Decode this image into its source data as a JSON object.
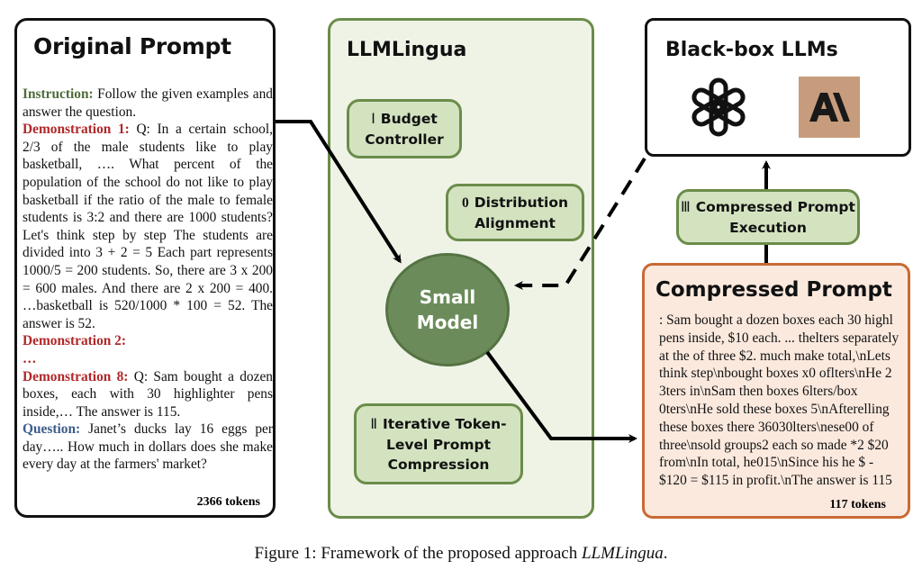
{
  "original_prompt": {
    "title": "Original Prompt",
    "instruction_label": "Instruction:",
    "instruction_text": " Follow the given examples and answer the question.",
    "demo1_label": "Demonstration 1:",
    "demo1_text": " Q: In a certain school, 2/3 of the male students like to play basketball, …. What percent of the population of the school do not like to play basketball if the ratio of the male to female students is 3:2 and there are 1000 students? Let's think step by step The students are divided into 3 + 2 = 5 Each part represents 1000/5 = 200 students. So, there are 3 x 200 = 600 males. And there are 2 x 200 = 400. …basketball is 520/1000 * 100 = 52. The answer is 52.",
    "demo2_label": "Demonstration 2:",
    "ellipsis": "…",
    "demo8_label": "Demonstration 8:",
    "demo8_text": " Q: Sam bought a dozen boxes, each with 30 highlighter pens inside,… The answer is 115.",
    "question_label": "Question:",
    "question_text": " Janet’s ducks lay 16 eggs per day….. How much in dollars does she make every day at the farmers' market?",
    "tokens": "2366 tokens"
  },
  "llmlingua": {
    "title": "LLMLingua",
    "modules": {
      "budget": {
        "numeral": "Ⅰ",
        "label": "Budget Controller"
      },
      "distribution": {
        "numeral": "0",
        "label": "Distribution Alignment"
      },
      "iterative": {
        "numeral": "Ⅱ",
        "label": "Iterative Token-Level Prompt Compression"
      }
    },
    "small_model": {
      "line1": "Small",
      "line2": "Model"
    }
  },
  "black_box": {
    "title": "Black-box LLMs",
    "logos": [
      "openai-logo",
      "anthropic-logo"
    ],
    "anthropic_text": "AI"
  },
  "execution": {
    "numeral": "Ⅲ",
    "label": "Compressed Prompt Execution"
  },
  "compressed_prompt": {
    "title": "Compressed Prompt",
    "text": ": Sam bought a dozen boxes each 30 highl pens inside, $10 each. ... thelters separately at the of three $2. much make total,\\nLets think step\\nbought boxes x0 oflters\\nHe 2 3ters in\\nSam then boxes 6lters/box 0ters\\nHe sold these boxes 5\\nAfterelling these boxes there 36030lters\\nese00 of three\\nsold groups2 each so made *2 $20 from\\nIn total, he015\\nSince his he $ - $120 = $115 in profit.\\nThe answer is 115",
    "tokens": "117 tokens"
  },
  "caption": {
    "prefix": "Figure 1: Framework of the proposed approach ",
    "name": "LLMLingua",
    "suffix": "."
  },
  "colors": {
    "lingua_border": "#6b8c4a",
    "lingua_bg": "#eef3e6",
    "module_bg": "#d3e3c0",
    "small_model": "#6b8c5a",
    "compressed_border": "#c86a33",
    "compressed_bg": "#fbe9de",
    "instruction": "#4f6b3a",
    "demonstration": "#b0282a",
    "question": "#3d5c8a",
    "anthropic_bg": "#c79c7c"
  }
}
